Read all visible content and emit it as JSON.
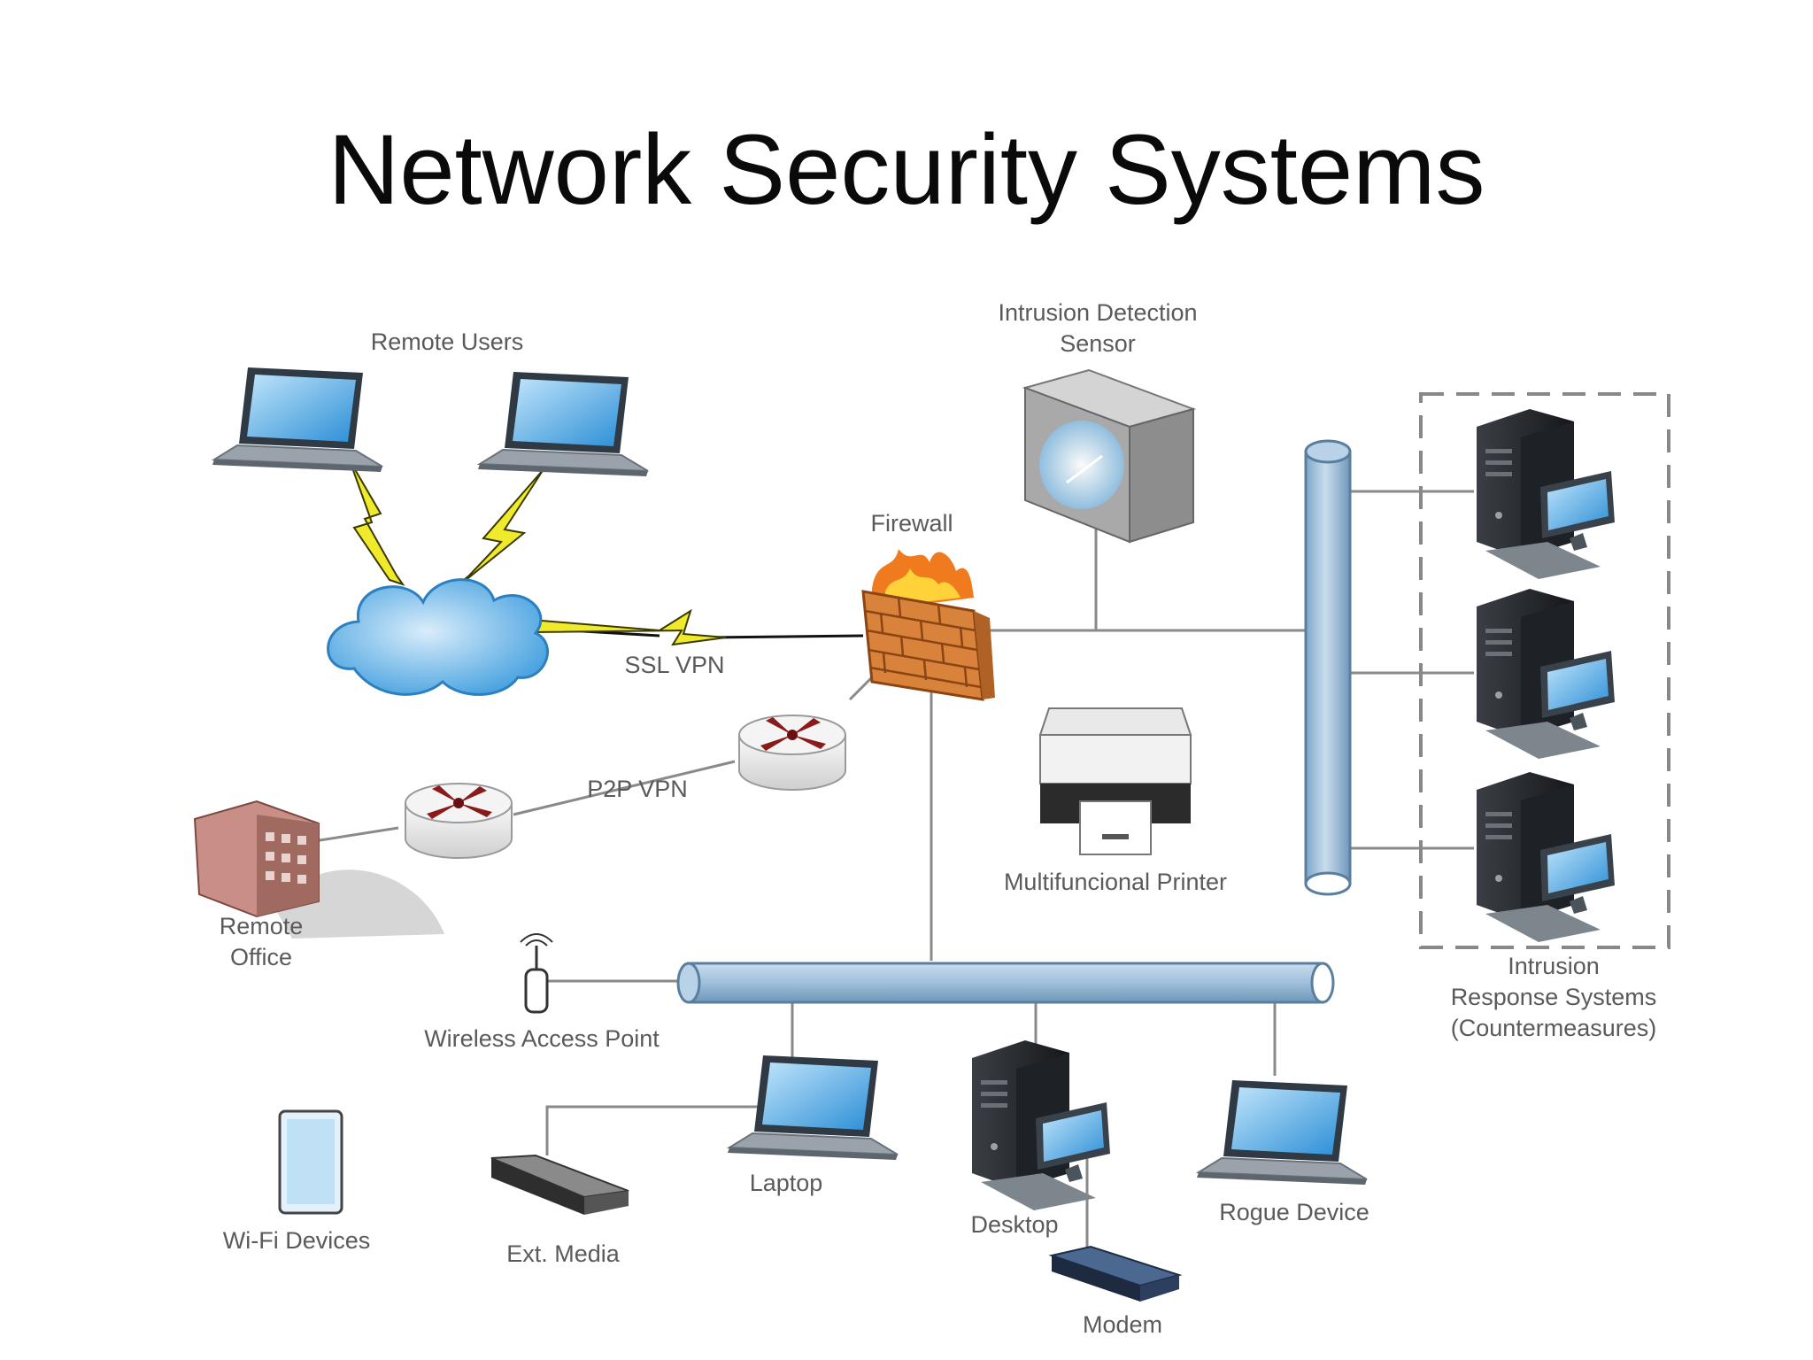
{
  "slide": {
    "title": "Network Security Systems"
  },
  "diagram": {
    "labels": {
      "remote_users": "Remote Users",
      "ids_line1": "Intrusion Detection",
      "ids_line2": "Sensor",
      "firewall": "Firewall",
      "ssl_vpn": "SSL VPN",
      "p2p_vpn": "P2P VPN",
      "remote_office_line1": "Remote",
      "remote_office_line2": "Office",
      "printer": "Multifuncional Printer",
      "wap": "Wireless Access Point",
      "irs_line1": "Intrusion",
      "irs_line2": "Response Systems",
      "irs_line3": "(Countermeasures)",
      "wifi_devices": "Wi-Fi Devices",
      "ext_media": "Ext. Media",
      "laptop": "Laptop",
      "desktop": "Desktop",
      "modem": "Modem",
      "rogue_device": "Rogue Device"
    }
  }
}
